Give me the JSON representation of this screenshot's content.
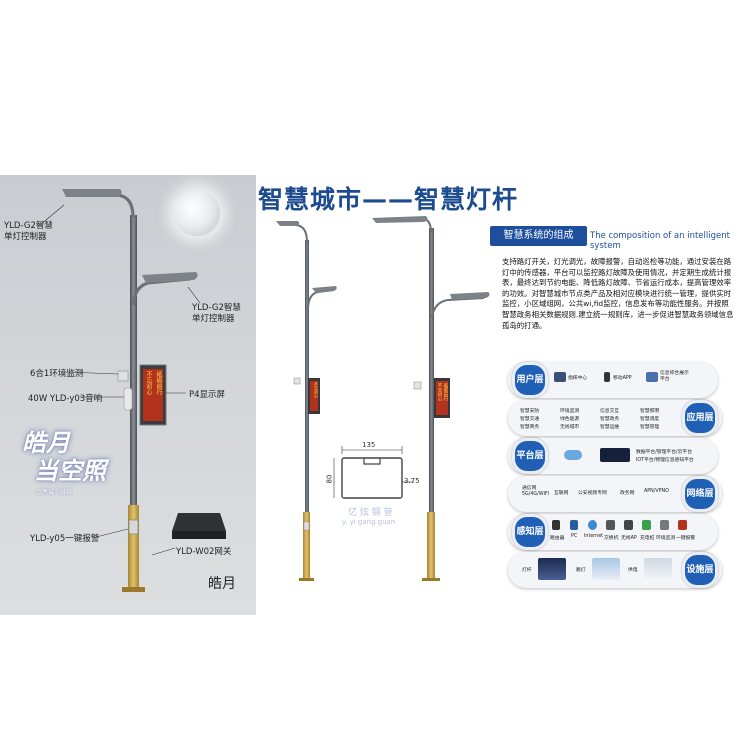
{
  "left_panel": {
    "labels": {
      "ctrl1": "YLD-G2智慧\n单灯控制器",
      "ctrl2": "YLD-G2智慧\n单灯控制器",
      "env": "6合1环境监测",
      "speaker": "40W YLD-y03音响",
      "screen": "P4显示屏",
      "alarm": "YLD-y05一键报警",
      "gateway": "YLD-W02网关",
      "product": "皓月"
    },
    "screen_text": [
      "不忘初心",
      "砥砺前行"
    ],
    "brand_line1": "皓月",
    "brand_line2": "当空照",
    "brand_sub": "点亮城市脉络"
  },
  "title": "智慧城市——智慧灯杆",
  "section": {
    "header_cn": "智慧系统的组成",
    "header_en": "The composition of an intelligent system"
  },
  "description": "支持路灯开关，灯光调光，故障报警，自动巡检等功能，通过安装在路灯中的传感器，平台可以监控路灯故障及使用情况，并定期生成统计报表，最终达到节约电能、降低路灯故障、节省运行成本，提高管理效率的功效。对智慧城市节点类产品及相对应模块进行统一管理，提供实时监控，小区域组网，公共wi,fid监控，信息发布等功能性服务。并按照智慧政务相关数据规则.建立统一规则库，进一步促进智慧政务领域信息孤岛的打通。",
  "drawing": {
    "dim_135": "135",
    "dim_80": "80",
    "dim_375": "3.75",
    "watermark_top": "亿 炫 钢 管",
    "watermark_bottom": "y. yi gang guan"
  },
  "architecture": {
    "layers": [
      {
        "name": "用户层",
        "items": [
          "指挥中心",
          "移动APP",
          "信息综合展示平台"
        ]
      },
      {
        "name": "应用层",
        "items": [
          "智慧安防",
          "环境监测",
          "信息交互",
          "智慧照明",
          "智慧交通",
          "绿色能源",
          "智慧政务",
          "智慧调度",
          "智慧商务",
          "无线城市",
          "智慧运维",
          "智慧管理"
        ]
      },
      {
        "name": "平台层",
        "items": [
          "数据平台/管理平台/云平台",
          "IOT平台/物理信息感知平台"
        ]
      },
      {
        "name": "网络层",
        "items": [
          "通信网 5G/4G/WIFI",
          "互联网",
          "公安视频专网",
          "政务网",
          "APN/VPNO"
        ]
      },
      {
        "name": "感知层",
        "items": [
          "路由器",
          "PC",
          "Internet",
          "交换机",
          "无线AP",
          "充电桩",
          "环境监测",
          "一键报警"
        ]
      },
      {
        "name": "设施层",
        "items": [
          "灯杆",
          "路灯",
          "供电"
        ]
      }
    ]
  },
  "colors": {
    "title_blue": "#1c4b8f",
    "layer_blue": "#1f5fb5",
    "pole_gray": "#5a5f66",
    "base_gold": "#c9a548"
  }
}
